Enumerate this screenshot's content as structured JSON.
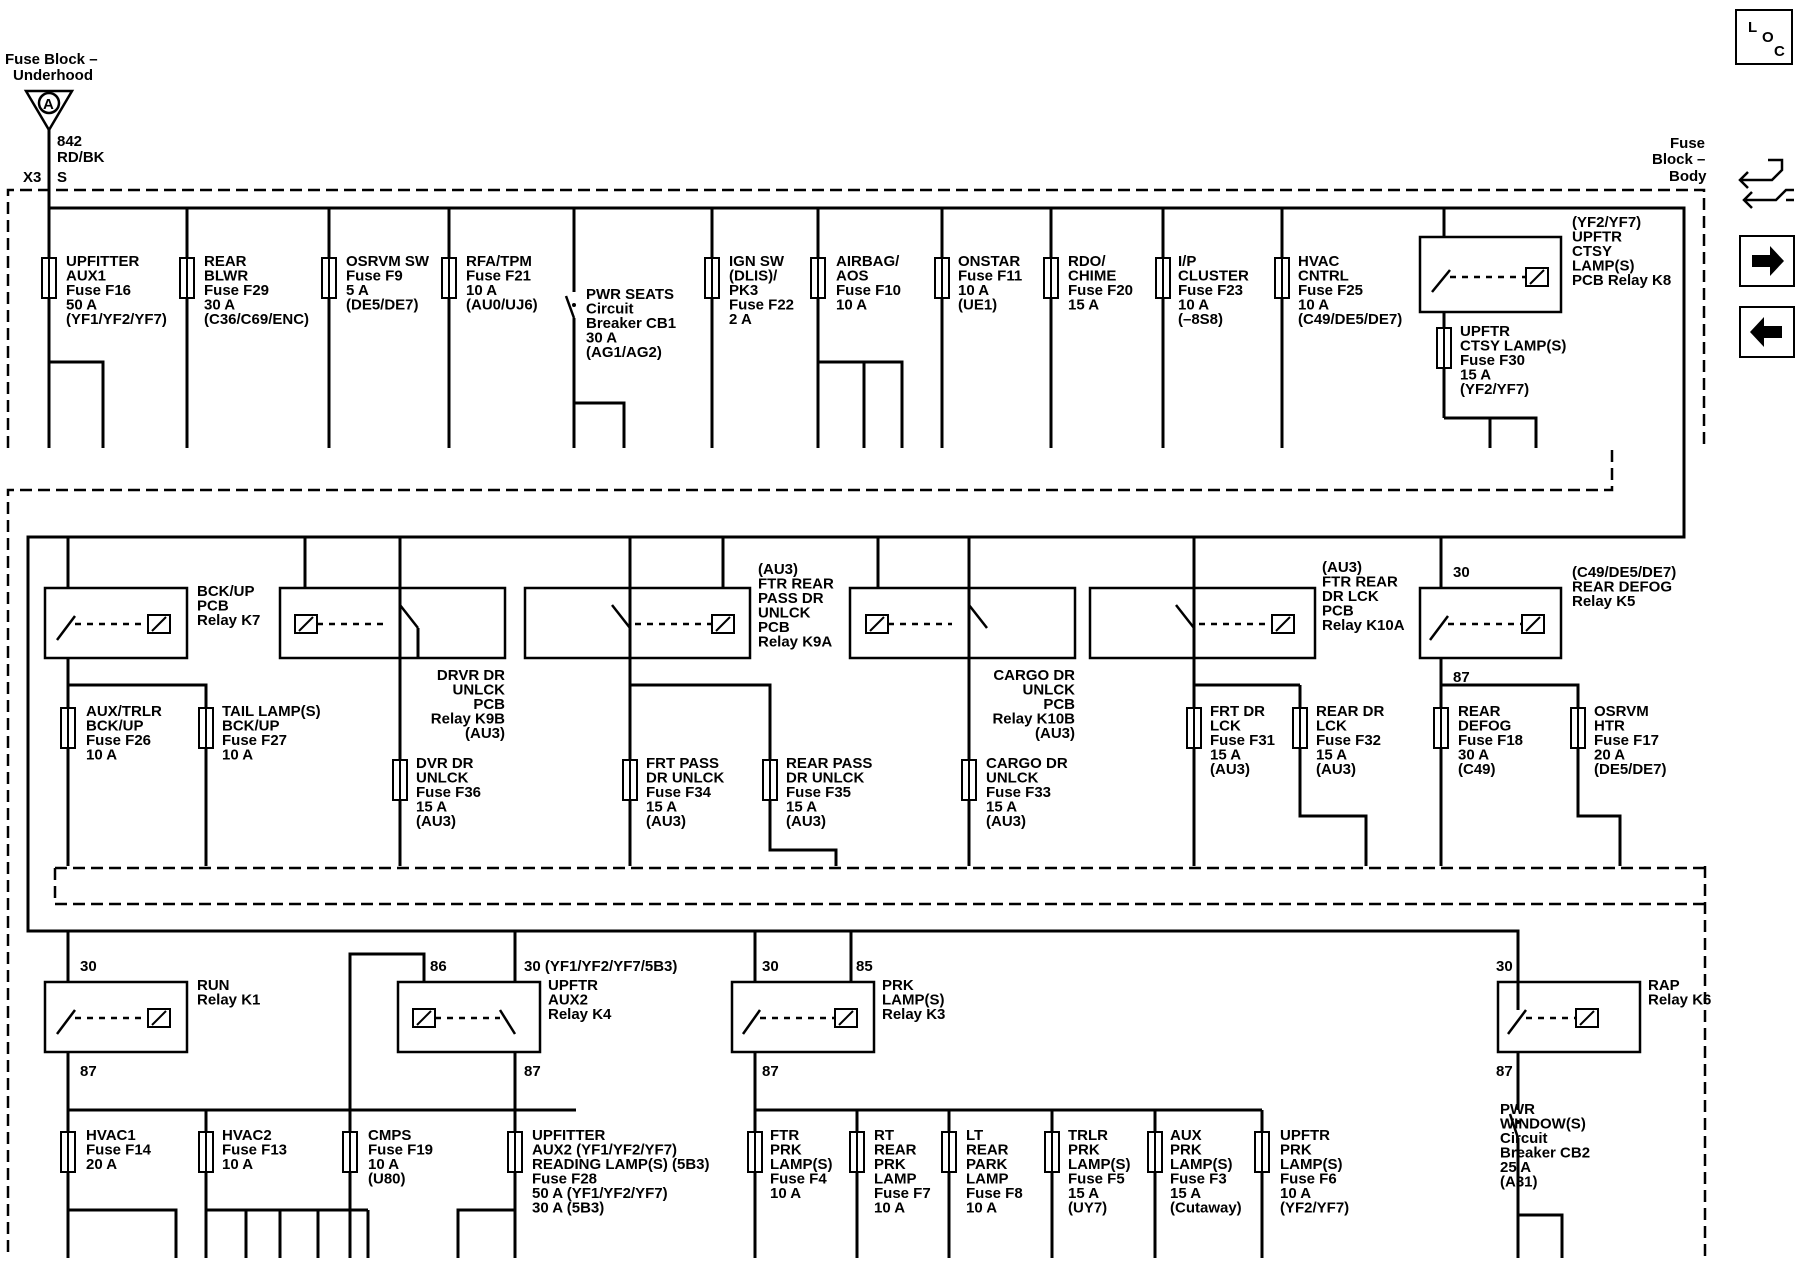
{
  "source": {
    "title": [
      "Fuse Block –",
      "Underhood"
    ],
    "connector_letter": "A",
    "circuit": "842",
    "wire_color": "RD/BK",
    "connector": "X3",
    "pin": "S"
  },
  "fuse_block_body": [
    "Fuse",
    "Block –",
    "Body"
  ],
  "loc_icon": {
    "l": "L",
    "o": "O",
    "c": "C"
  },
  "row1": {
    "fuses": [
      {
        "id": "f16",
        "lines": [
          "UPFITTER",
          "AUX1",
          "Fuse F16",
          "50 A",
          "(YF1/YF2/YF7)"
        ]
      },
      {
        "id": "f29",
        "lines": [
          "REAR",
          "BLWR",
          "Fuse F29",
          "30 A",
          "(C36/C69/ENC)"
        ]
      },
      {
        "id": "f9",
        "lines": [
          "OSRVM SW",
          "Fuse F9",
          "5 A",
          "(DE5/DE7)"
        ]
      },
      {
        "id": "f21",
        "lines": [
          "RFA/TPM",
          "Fuse F21",
          "10 A",
          "(AU0/UJ6)"
        ]
      },
      {
        "id": "cb1",
        "lines": [
          "PWR SEATS",
          "Circuit",
          "Breaker CB1",
          "30 A",
          "(AG1/AG2)"
        ]
      },
      {
        "id": "f22",
        "lines": [
          "IGN SW",
          "(DLIS)/",
          "PK3",
          "Fuse F22",
          "2 A"
        ]
      },
      {
        "id": "f10",
        "lines": [
          "AIRBAG/",
          "AOS",
          "Fuse F10",
          "10 A"
        ]
      },
      {
        "id": "f11",
        "lines": [
          "ONSTAR",
          "Fuse F11",
          "10 A",
          "(UE1)"
        ]
      },
      {
        "id": "f20",
        "lines": [
          "RDO/",
          "CHIME",
          "Fuse F20",
          "15 A"
        ]
      },
      {
        "id": "f23",
        "lines": [
          "I/P",
          "CLUSTER",
          "Fuse F23",
          "10 A",
          "(–8S8)"
        ]
      },
      {
        "id": "f25",
        "lines": [
          "HVAC",
          "CNTRL",
          "Fuse F25",
          "10 A",
          "(C49/DE5/DE7)"
        ]
      },
      {
        "id": "f30",
        "lines": [
          "UPFTR",
          "CTSY LAMP(S)",
          "Fuse F30",
          "15 A",
          "(YF2/YF7)"
        ]
      }
    ],
    "relays": [
      {
        "id": "k8",
        "lines": [
          "(YF2/YF7)",
          "UPFTR",
          "CTSY",
          "LAMP(S)",
          "PCB Relay K8"
        ]
      }
    ]
  },
  "row2": {
    "relays": [
      {
        "id": "k7",
        "lines": [
          "BCK/UP",
          "PCB",
          "Relay K7"
        ]
      },
      {
        "id": "k9b",
        "lines": [
          "DRVR DR",
          "UNLCK",
          "PCB",
          "Relay K9B",
          "(AU3)"
        ]
      },
      {
        "id": "k9a",
        "lines": [
          "(AU3)",
          "FTR REAR",
          "PASS DR",
          "UNLCK",
          "PCB",
          "Relay K9A"
        ]
      },
      {
        "id": "k10b",
        "lines": [
          "CARGO DR",
          "UNLCK",
          "PCB",
          "Relay K10B",
          "(AU3)"
        ]
      },
      {
        "id": "k10a",
        "lines": [
          "(AU3)",
          "FTR REAR",
          "DR LCK",
          "PCB",
          "Relay K10A"
        ]
      },
      {
        "id": "k5",
        "lines": [
          "(C49/DE5/DE7)",
          "REAR DEFOG",
          "Relay K5"
        ]
      }
    ],
    "pins": {
      "k5_in": "30",
      "k5_out": "87"
    },
    "fuses": [
      {
        "id": "f26",
        "lines": [
          "AUX/TRLR",
          "BCK/UP",
          "Fuse F26",
          "10 A"
        ]
      },
      {
        "id": "f27",
        "lines": [
          "TAIL LAMP(S)",
          "BCK/UP",
          "Fuse F27",
          "10 A"
        ]
      },
      {
        "id": "f36",
        "lines": [
          "DVR DR",
          "UNLCK",
          "Fuse F36",
          "15 A",
          "(AU3)"
        ]
      },
      {
        "id": "f34",
        "lines": [
          "FRT PASS",
          "DR UNLCK",
          "Fuse F34",
          "15 A",
          "(AU3)"
        ]
      },
      {
        "id": "f35",
        "lines": [
          "REAR PASS",
          "DR UNLCK",
          "Fuse F35",
          "15 A",
          "(AU3)"
        ]
      },
      {
        "id": "f33",
        "lines": [
          "CARGO DR",
          "UNLCK",
          "Fuse F33",
          "15 A",
          "(AU3)"
        ]
      },
      {
        "id": "f31",
        "lines": [
          "FRT DR",
          "LCK",
          "Fuse F31",
          "15 A",
          "(AU3)"
        ]
      },
      {
        "id": "f32",
        "lines": [
          "REAR DR",
          "LCK",
          "Fuse F32",
          "15 A",
          "(AU3)"
        ]
      },
      {
        "id": "f18",
        "lines": [
          "REAR",
          "DEFOG",
          "Fuse F18",
          "30 A",
          "(C49)"
        ]
      },
      {
        "id": "f17",
        "lines": [
          "OSRVM",
          "HTR",
          "Fuse F17",
          "20 A",
          "(DE5/DE7)"
        ]
      }
    ]
  },
  "row3": {
    "relays": [
      {
        "id": "k1",
        "lines": [
          "RUN",
          "Relay K1"
        ]
      },
      {
        "id": "k4",
        "lines": [
          "UPFTR",
          "AUX2",
          "Relay K4"
        ]
      },
      {
        "id": "k3",
        "lines": [
          "PRK",
          "LAMP(S)",
          "Relay K3"
        ]
      },
      {
        "id": "k6",
        "lines": [
          "RAP",
          "Relay K6"
        ]
      }
    ],
    "pins": {
      "k1_in": "30",
      "k1_out": "87",
      "k4_coil": "86",
      "k4_in": "30 (YF1/YF2/YF7/5B3)",
      "k4_out": "87",
      "k3_in": "30",
      "k3_coil": "85",
      "k3_out": "87",
      "k6_in": "30",
      "k6_out": "87"
    },
    "fuses": [
      {
        "id": "f14",
        "lines": [
          "HVAC1",
          "Fuse F14",
          "20 A"
        ]
      },
      {
        "id": "f13",
        "lines": [
          "HVAC2",
          "Fuse F13",
          "10 A"
        ]
      },
      {
        "id": "f19",
        "lines": [
          "CMPS",
          "Fuse F19",
          "10 A",
          "(U80)"
        ]
      },
      {
        "id": "f28",
        "lines": [
          "UPFITTER",
          "AUX2 (YF1/YF2/YF7)",
          "READING LAMP(S) (5B3)",
          "Fuse F28",
          "50 A (YF1/YF2/YF7)",
          "30 A (5B3)"
        ]
      },
      {
        "id": "f4",
        "lines": [
          "FTR",
          "PRK",
          "LAMP(S)",
          "Fuse F4",
          "10 A"
        ]
      },
      {
        "id": "f7",
        "lines": [
          "RT",
          "REAR",
          "PRK",
          "LAMP",
          "Fuse F7",
          "10 A"
        ]
      },
      {
        "id": "f8",
        "lines": [
          "LT",
          "REAR",
          "PARK",
          "LAMP",
          "Fuse F8",
          "10 A"
        ]
      },
      {
        "id": "f5",
        "lines": [
          "TRLR",
          "PRK",
          "LAMP(S)",
          "Fuse F5",
          "15 A",
          "(UY7)"
        ]
      },
      {
        "id": "f3",
        "lines": [
          "AUX",
          "PRK",
          "LAMP(S)",
          "Fuse F3",
          "15 A",
          "(Cutaway)"
        ]
      },
      {
        "id": "f6",
        "lines": [
          "UPFTR",
          "PRK",
          "LAMP(S)",
          "Fuse F6",
          "10 A",
          "(YF2/YF7)"
        ]
      },
      {
        "id": "cb2",
        "lines": [
          "PWR",
          "WINDOW(S)",
          "Circuit",
          "Breaker CB2",
          "25 A",
          "(A31)"
        ]
      }
    ]
  },
  "nav": {
    "swap": "swap-arrows-icon",
    "next": "arrow-right-icon",
    "prev": "arrow-left-icon"
  }
}
